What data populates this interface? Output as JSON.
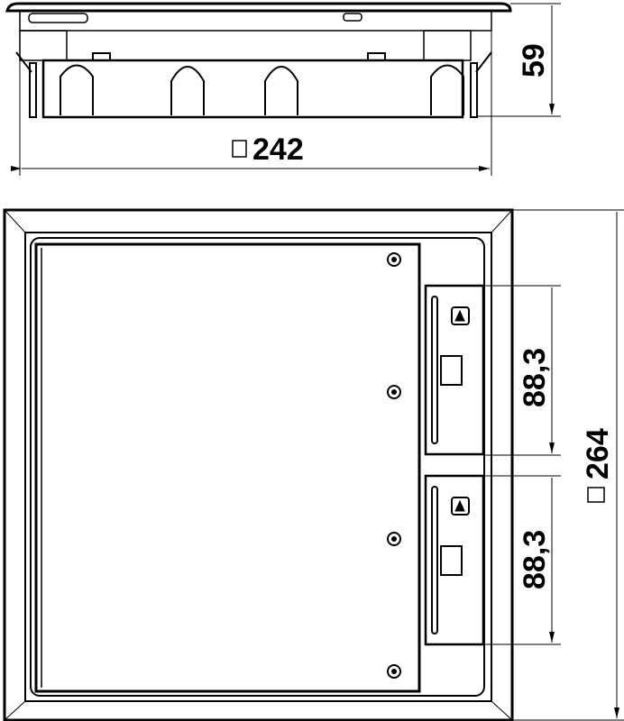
{
  "drawing": {
    "side_view": {
      "width_label": "242",
      "height_label": "59"
    },
    "top_view": {
      "module_height_label_1": "88,3",
      "module_height_label_2": "88,3",
      "outer_size_label": "264"
    },
    "colors": {
      "line": "#000000",
      "background": "#ffffff"
    }
  }
}
